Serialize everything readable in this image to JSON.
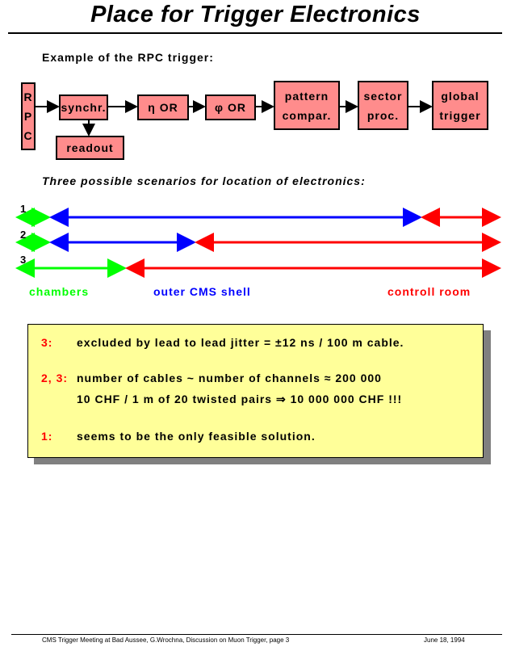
{
  "title": "Place for Trigger Electronics",
  "subtitle": "Example of the RPC trigger:",
  "blocks": {
    "rpc": [
      "R",
      "P",
      "C"
    ],
    "synchr": "synchr.",
    "readout": "readout",
    "eta_or": "η OR",
    "phi_or": "φ OR",
    "pattern": [
      "pattern",
      "compar."
    ],
    "sector": [
      "sector",
      "proc."
    ],
    "global": [
      "global",
      "trigger"
    ]
  },
  "scenarios_heading": "Three possible scenarios for location of electronics:",
  "scenarios": [
    {
      "label": "1"
    },
    {
      "label": "2"
    },
    {
      "label": "3"
    }
  ],
  "locations": {
    "chambers": "chambers",
    "shell": "outer CMS shell",
    "room": "controll room"
  },
  "colors": {
    "chambers": "#00ff00",
    "shell": "#0000ff",
    "room": "#ff0000",
    "block": "#ff8c8c",
    "note": "#ffff99"
  },
  "notes": [
    {
      "key": "3:",
      "lines": [
        "excluded by lead to lead jitter = ±12 ns / 100 m cable."
      ]
    },
    {
      "key": "2, 3:",
      "lines": [
        "number of cables ~ number of channels ≈ 200 000",
        "10 CHF / 1 m of 20 twisted pairs ⇒ 10 000 000 CHF !!!"
      ]
    },
    {
      "key": "1:",
      "lines": [
        "seems to be the only feasible solution."
      ]
    }
  ],
  "footer": {
    "left": "CMS Trigger Meeting at Bad Aussee,  G.Wrochna, Discussion on Muon Trigger,  page  3",
    "right": "June 18, 1994"
  }
}
